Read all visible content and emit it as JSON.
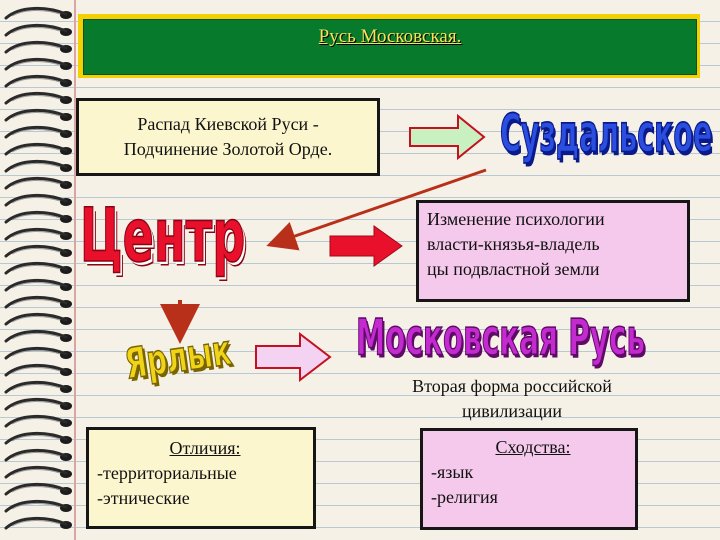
{
  "title": "Русь Московская.",
  "box_decay": {
    "line1": "Распад Киевской Руси -",
    "line2": "Подчинение Золотой Орде."
  },
  "box_psychology": {
    "line1": "Изменение психологии",
    "line2": "власти-князья-владель",
    "line3": "цы подвластной земли"
  },
  "box_differences": {
    "heading": "Отличия:",
    "line1": "-территориальные",
    "line2": "-этнические"
  },
  "box_similarities": {
    "heading": "Сходства:",
    "line1": "-язык",
    "line2": "-религия"
  },
  "second_form": {
    "line1": "Вторая форма российской",
    "line2": "цивилизации"
  },
  "wordart": {
    "suzdal": "Суздальское",
    "center": "Центр",
    "yarlyk": "Ярлык",
    "moscow_rus": "Московская Русь"
  },
  "colors": {
    "title_frame": "#f5d000",
    "title_bg": "#087a2c",
    "title_text": "#f7e25a",
    "box_yellow": "#fcf6cf",
    "box_pink": "#f4c9ec",
    "arrow_red": "#e8102a",
    "arrow_green_fill": "#c8f0c0",
    "arrow_pink_fill": "#f3d2f2",
    "connector": "#b8301a"
  }
}
